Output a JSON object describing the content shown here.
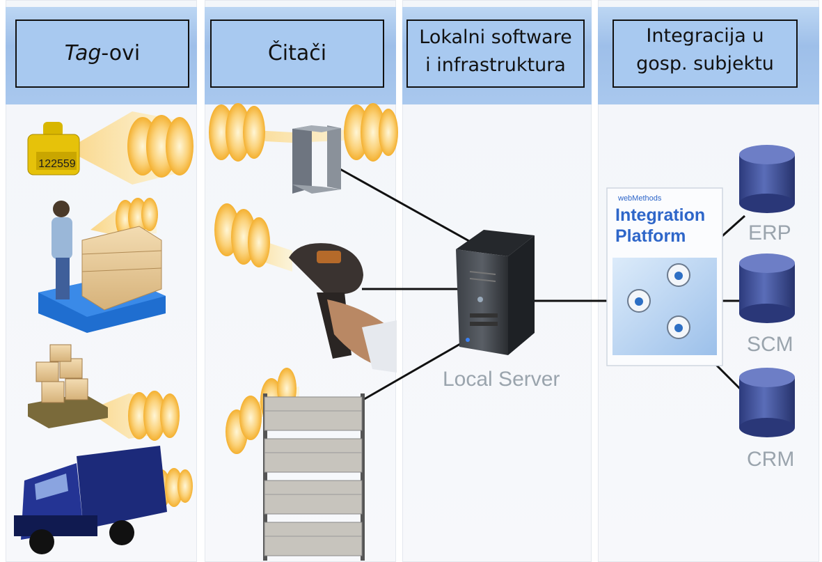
{
  "columns": [
    {
      "title_em": "Tag",
      "title_rest": "-ovi"
    },
    {
      "title": "Čitači"
    },
    {
      "title": "Lokalni software\ni infrastruktura"
    },
    {
      "title": "Integracija u\ngosp. subjektu"
    }
  ],
  "tag": {
    "number": "122559"
  },
  "server": {
    "label": "Local Server"
  },
  "platform": {
    "brand": "webMethods",
    "title_line1": "Integration",
    "title_line2": "Platform"
  },
  "databases": [
    {
      "label": "ERP"
    },
    {
      "label": "SCM"
    },
    {
      "label": "CRM"
    }
  ],
  "colors": {
    "header": "#a8c9f0",
    "signal": "#f7b93a",
    "database": "#3a4c96",
    "label_gray": "#9aa4ad"
  },
  "icons": [
    "ear-tag-icon",
    "worker-pallet-icon",
    "box-pallet-icon",
    "truck-icon",
    "portal-reader-icon",
    "handheld-scanner-icon",
    "shelf-reader-icon",
    "server-icon",
    "database-icon"
  ]
}
